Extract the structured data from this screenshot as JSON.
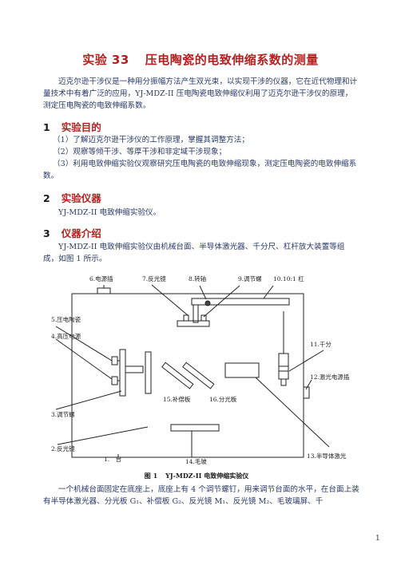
{
  "title": {
    "number": "实验 33",
    "text": "压电陶瓷的电致伸缩系数的测量"
  },
  "intro": "迈克尔逊干涉仪是一种用分振幅方法产生双光束，以实现干涉的仪器，它在近代物理和计量技术中有着广泛的应用，YJ-MDZ-II 压电陶瓷电致伸缩仪利用了迈克尔逊干涉仪的原理，测定压电陶瓷的电致伸缩系数。",
  "sections": {
    "s1": {
      "num": "1",
      "title": "实验目的"
    },
    "s2": {
      "num": "2",
      "title": "实验仪器"
    },
    "s3": {
      "num": "3",
      "title": "仪器介绍"
    }
  },
  "objectives": [
    "（1）了解迈克尔逊干涉仪的工作原理，掌握其调整方法；",
    "（2）观察等倾干涉、等厚干涉和非定域干涉现象；",
    "（3）利用电致伸缩实验仪观察研究压电陶瓷的电致伸缩现象，测定压电陶瓷的电致伸缩系数。"
  ],
  "instrument": "YJ-MDZ-II 电致伸缩实验仪。",
  "intro3": "YJ-MDZ-II 电致伸缩实验仪由机械台面、半导体激光器、千分尺、杠杆放大装置等组成，如图 1 所示。",
  "figure": {
    "labels": {
      "l6": "6.电源插",
      "l7": "7.反光镜",
      "l8": "8.转轴",
      "l9": "9.调节螺",
      "l10": "10.10:1 杠",
      "l5": "5.压电陶瓷",
      "l4": "4.高压电源",
      "l11": "11.千分",
      "l12": "12.激光电源插",
      "l15": "15.补偿板",
      "l16": "16.分光板",
      "l3": "3.调节螺",
      "l2": "2.反光镜",
      "l1": "1.　台",
      "l14": "14.毛玻",
      "l13": "13.半导体激光"
    },
    "caption_num": "图 1",
    "caption_text": "YJ-MDZ-II 电致伸缩实验仪"
  },
  "bottom_text": "一个机械台面固定在底座上，底座上有 4 个调节螺钉，用来调节台面的水平，在台面上装有半导体激光器、分光板 G₁、补偿板 G₂、反光镜 M₁、反光镜 M₂、毛玻璃屏、千",
  "page_number": "1"
}
